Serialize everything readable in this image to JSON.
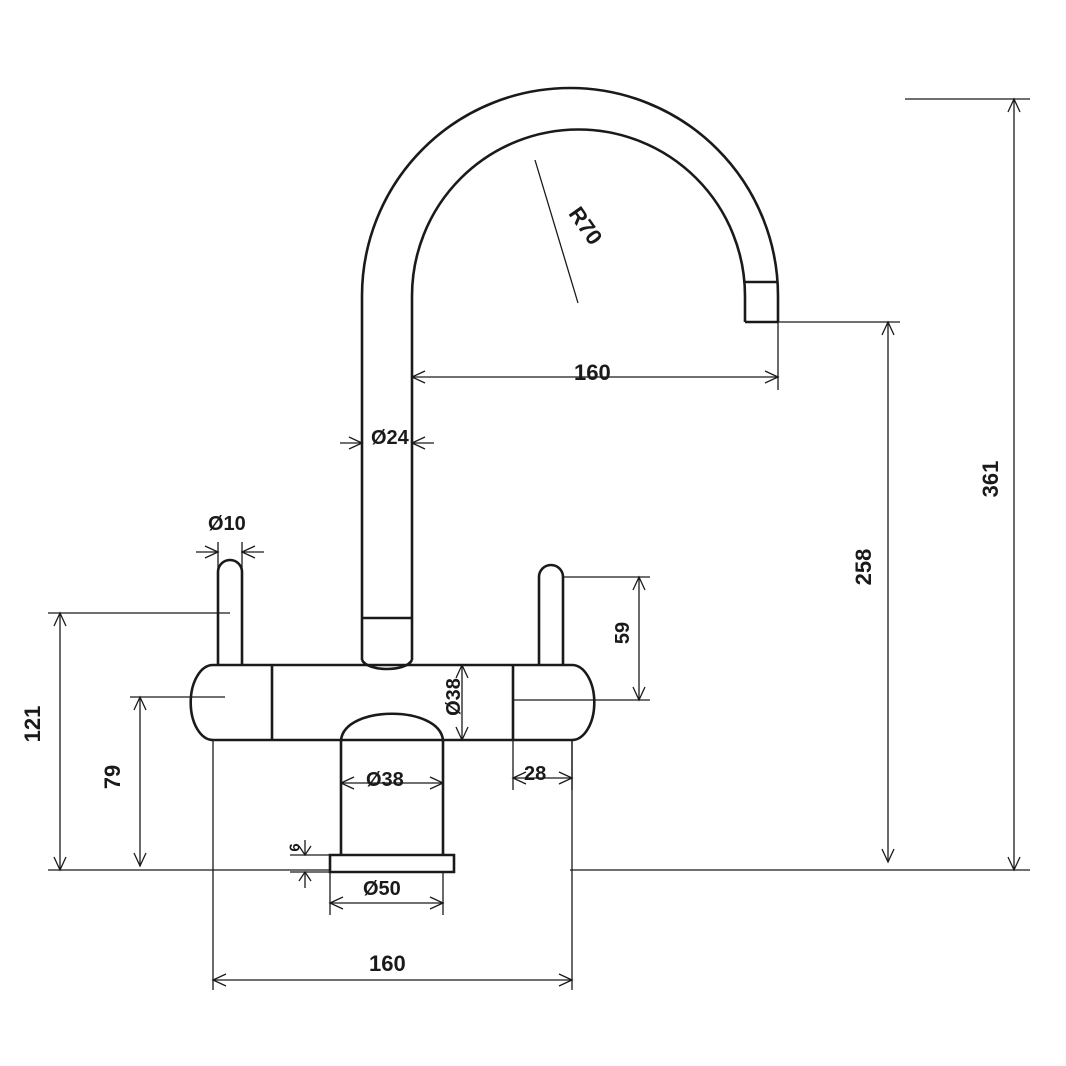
{
  "document": {
    "type": "technical-drawing",
    "subject": "Two-handle basin mixer tap dimensional drawing",
    "units": "mm",
    "line_color": "#1a1a1a",
    "background_color": "#ffffff"
  },
  "dimensions": {
    "overall_height": "361",
    "spout_height": "258",
    "handle_top_height": "121",
    "body_height": "79",
    "spout_reach": "160",
    "base_width": "160",
    "handle_length": "59",
    "handle_offset": "28",
    "base_plate_thickness": "6",
    "spout_radius": "R70",
    "spout_tube_diameter": "Ø24",
    "handle_stem_diameter": "Ø10",
    "body_diameter_upper": "Ø38",
    "body_diameter_lower": "Ø38",
    "base_plate_diameter": "Ø50"
  },
  "labels": [
    {
      "name": "radius-r70",
      "text": "R70"
    },
    {
      "name": "spout-reach-160",
      "text": "160"
    },
    {
      "name": "spout-tube-dia-24",
      "text": "Ø24"
    },
    {
      "name": "handle-stem-dia-10",
      "text": "Ø10"
    },
    {
      "name": "overall-height-361",
      "text": "361"
    },
    {
      "name": "spout-height-258",
      "text": "258"
    },
    {
      "name": "handle-length-59",
      "text": "59"
    },
    {
      "name": "body-dia-38-vertical",
      "text": "Ø38"
    },
    {
      "name": "handle-offset-28",
      "text": "28"
    },
    {
      "name": "height-121",
      "text": "121"
    },
    {
      "name": "height-79",
      "text": "79"
    },
    {
      "name": "body-dia-38",
      "text": "Ø38"
    },
    {
      "name": "plate-thickness-6",
      "text": "6"
    },
    {
      "name": "plate-dia-50",
      "text": "Ø50"
    },
    {
      "name": "base-width-160",
      "text": "160"
    }
  ]
}
